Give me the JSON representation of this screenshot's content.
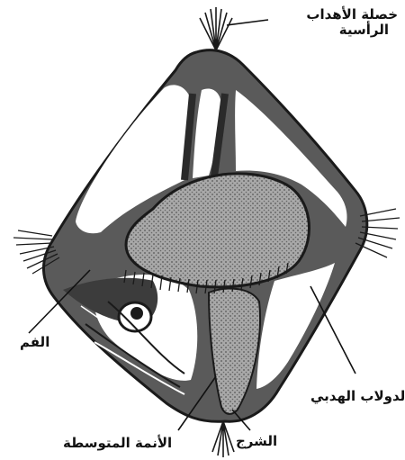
{
  "labels": {
    "apical_tuft_line1": "خصلة الأهداب",
    "apical_tuft_line2": "الرأسية",
    "mouth": "الفم",
    "ciliary_wheel": "الدولاب الهدبي",
    "anus": "الشرج",
    "midgut": "الأنمة المتوسطة"
  },
  "colors": {
    "outline": "#1a1a1a",
    "band": "#5a5a5a",
    "stipple": "#8c8c8c",
    "background": "#ffffff"
  }
}
